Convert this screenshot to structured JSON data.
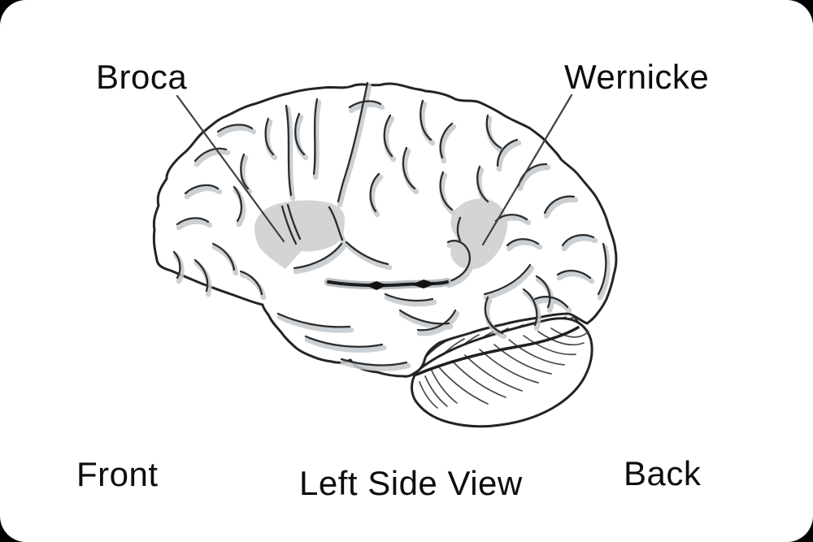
{
  "labels": {
    "broca": "Broca",
    "wernicke": "Wernicke",
    "front": "Front",
    "back": "Back",
    "view_title": "Left Side View"
  },
  "regions": [
    {
      "label": "Broca",
      "fill": "#d2d2d2"
    },
    {
      "label": "Wernicke",
      "fill": "#d2d2d2"
    }
  ],
  "illustration": {
    "subject": "human brain, left lateral view",
    "parts": [
      "cerebrum",
      "cerebellum"
    ],
    "outline_color": "#242424",
    "card_background": "#ffffff",
    "page_background": "#000000"
  }
}
